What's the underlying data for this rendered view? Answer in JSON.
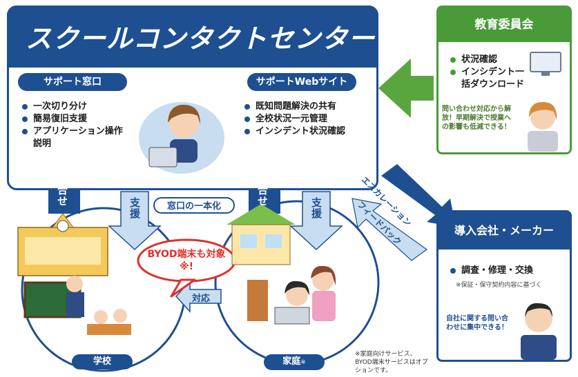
{
  "center": {
    "title": "スクールコンタクトセンター",
    "support_desk": {
      "label": "サポート窓口",
      "items": [
        "一次切り分け",
        "簡易復旧支援",
        "アプリケーション操作説明"
      ]
    },
    "support_web": {
      "label": "サポートWebサイト",
      "items": [
        "既知問題解決の共有",
        "全校状況一元管理",
        "インシデント状況確認"
      ]
    }
  },
  "board": {
    "title": "教育委員会",
    "items": [
      "状況確認",
      "インシデント一括ダウンロード"
    ],
    "bubble": "問い合わせ対応から解放！早期解決で授業への影響も低減できる！"
  },
  "vendor": {
    "title": "導入会社・メーカー",
    "items": [
      "調査・修理・交換"
    ],
    "note": "※保証・保守契約内容に基づく",
    "bubble": "自社に関する問い合わせに集中できる！"
  },
  "arrows": {
    "inquiry_school": "問合せ",
    "support_school": "支援",
    "inquiry_home": "問合せ",
    "support_home": "支援",
    "unify": "窓口の一本化",
    "respond": "対応",
    "escalation": "エスカレーション",
    "feedback": "フィードバック"
  },
  "byod_badge": "BYOD端末も対象※!",
  "school_label": "学校",
  "home_label": "家庭",
  "home_mark": "※",
  "footnote": "※家庭向けサービス、BYOD端末サービスはオプションです。",
  "colors": {
    "navy": "#1d4f91",
    "green": "#4a9a3a",
    "light_blue": "#c8ddf0",
    "red": "#e0302a"
  }
}
